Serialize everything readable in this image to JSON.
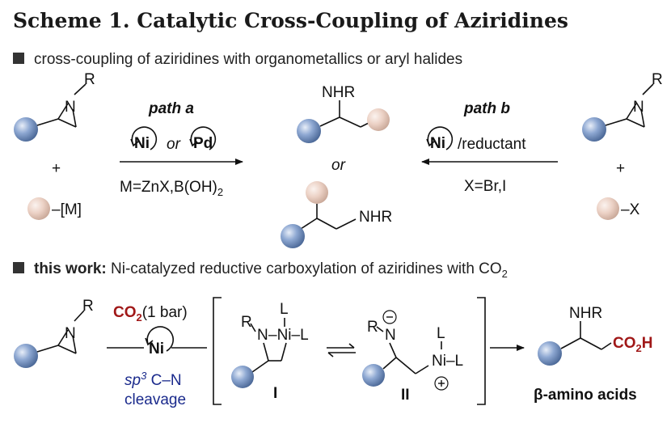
{
  "title": "Scheme 1. Catalytic Cross-Coupling of Aziridines",
  "section1": {
    "text": "cross-coupling of aziridines with organometallics or aryl halides"
  },
  "section2": {
    "bold": "this work:",
    "text": "Ni-catalyzed reductive carboxylation of aziridines with CO",
    "sub": "2"
  },
  "path_a": {
    "label": "path a",
    "ni": "Ni",
    "or": "or",
    "pd": "Pd",
    "conditions": "M=ZnX,B(OH)",
    "conditions_sub": "2"
  },
  "path_b": {
    "label": "path b",
    "ni": "Ni",
    "reductant": "/reductant",
    "conditions": "X=Br,I"
  },
  "left_structures": {
    "aziridine_R": "R",
    "aziridine_N": "N",
    "plus": "+",
    "metal": "–[M]"
  },
  "right_structures": {
    "aziridine_R": "R",
    "aziridine_N": "N",
    "plus": "+",
    "halide": "–X"
  },
  "products": {
    "top_NHR": "NHR",
    "or": "or",
    "bottom_NHR": "NHR"
  },
  "bottom": {
    "aziridine_R": "R",
    "aziridine_N": "N",
    "co2": "CO",
    "co2_sub": "2",
    "pressure": "(1 bar)",
    "ni": "Ni",
    "sp3": "sp",
    "sp3_sup": "3",
    "cn": "C–N",
    "cleavage": "cleavage",
    "int1_R": "R",
    "int1_N": "N",
    "int1_Ni": "–Ni–L",
    "int1_L": "L",
    "int1_label": "I",
    "int2_R": "R",
    "int2_N": "N",
    "int2_minus": "−",
    "int2_L_top": "L",
    "int2_Ni": "Ni–L",
    "int2_plus": "+",
    "int2_label": "II",
    "prod_NHR": "NHR",
    "prod_co2h": "CO",
    "prod_co2h_sub": "2",
    "prod_co2h_end": "H",
    "prod_label": "β-amino acids"
  },
  "colors": {
    "aryl_sphere": "#6f8fbf",
    "coupling_sphere": "#e4c6b8",
    "co2_red": "#a01818",
    "cleavage_blue": "#1a2a8c",
    "bullet": "#333333"
  }
}
